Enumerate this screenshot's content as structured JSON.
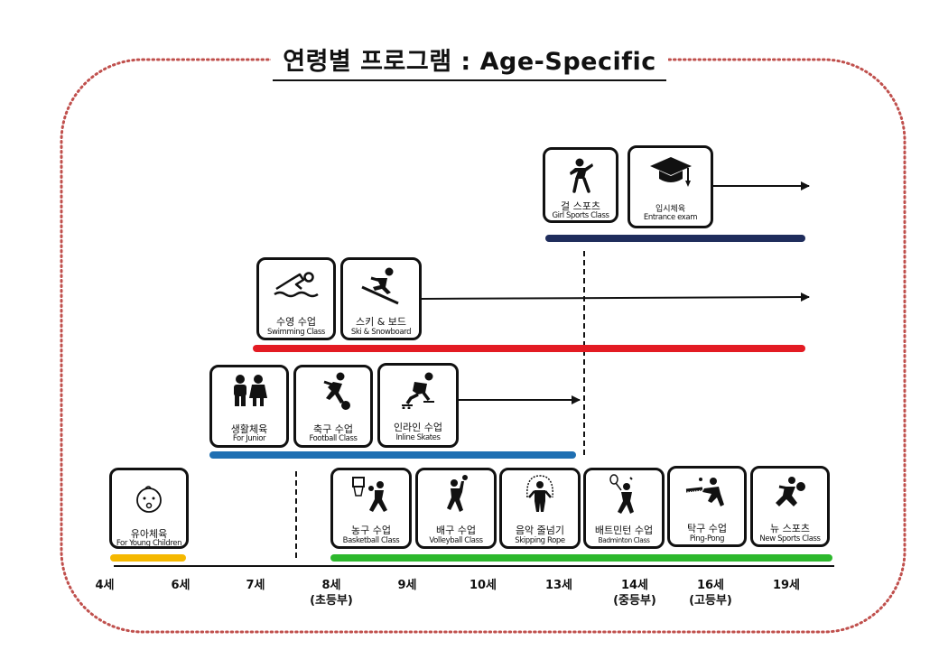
{
  "title": "연령별 프로그램 : Age-Specific",
  "colors": {
    "frame": "#c0504d",
    "navy": "#1f2d5c",
    "red": "#e31b23",
    "blue": "#1f6fb2",
    "yellow": "#f5b800",
    "green": "#2db82d"
  },
  "programs": [
    {
      "kr": "걸 스포츠",
      "en": "Girl Sports Class",
      "icon": "girl-running-icon"
    },
    {
      "kr": "입시체육",
      "en": "Entrance exam",
      "icon": "graduation-cap-icon"
    },
    {
      "kr": "수영 수업",
      "en": "Swimming Class",
      "icon": "swimmer-icon"
    },
    {
      "kr": "스키 & 보드",
      "en": "Ski & Snowboard",
      "icon": "skier-icon"
    },
    {
      "kr": "생활체육",
      "en": "For Junior",
      "icon": "children-icon"
    },
    {
      "kr": "축구 수업",
      "en": "Football Class",
      "icon": "soccer-player-icon"
    },
    {
      "kr": "인라인 수업",
      "en": "Inline Skates",
      "icon": "inline-skater-icon"
    },
    {
      "kr": "유아체육",
      "en": "For Young Children",
      "icon": "baby-face-icon"
    },
    {
      "kr": "농구 수업",
      "en": "Basketball Class",
      "icon": "basketball-player-icon"
    },
    {
      "kr": "배구 수업",
      "en": "Volleyball Class",
      "icon": "volleyball-player-icon"
    },
    {
      "kr": "음악 줄넘기",
      "en": "Skipping Rope",
      "icon": "jump-rope-icon"
    },
    {
      "kr": "배트민턴 수업",
      "en": "Badminton Class",
      "icon": "badminton-player-icon"
    },
    {
      "kr": "탁구 수업",
      "en": "Ping-Pong",
      "icon": "ping-pong-player-icon"
    },
    {
      "kr": "뉴 스포츠",
      "en": "New Sports Class",
      "icon": "new-sports-icon"
    }
  ],
  "ages": [
    {
      "label": "4세",
      "sub": ""
    },
    {
      "label": "6세",
      "sub": ""
    },
    {
      "label": "7세",
      "sub": ""
    },
    {
      "label": "8세",
      "sub": "(초등부)"
    },
    {
      "label": "9세",
      "sub": ""
    },
    {
      "label": "10세",
      "sub": ""
    },
    {
      "label": "13세",
      "sub": ""
    },
    {
      "label": "14세",
      "sub": "(중등부)"
    },
    {
      "label": "16세",
      "sub": "(고등부)"
    },
    {
      "label": "19세",
      "sub": ""
    }
  ]
}
